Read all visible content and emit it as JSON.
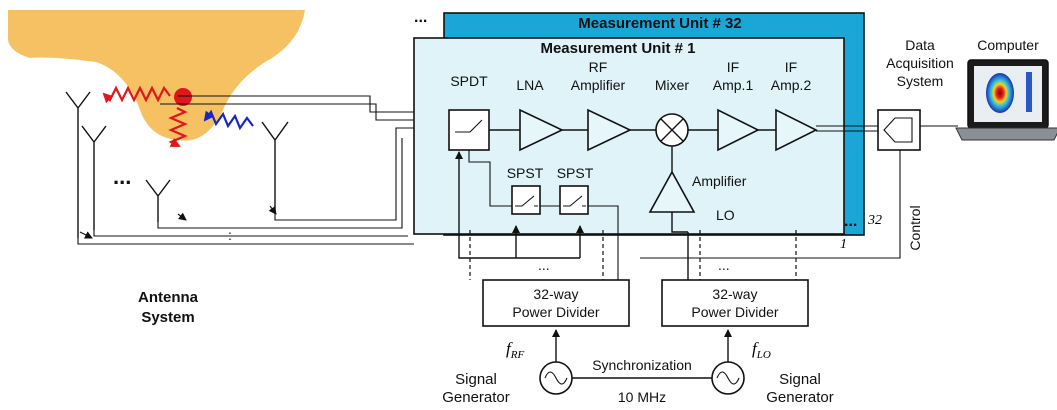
{
  "antenna_system": {
    "label_line1": "Antenna",
    "label_line2": "System",
    "ellipsis": "...",
    "bus_dots": ":"
  },
  "measurement_units": {
    "back_title": "Measurement Unit # 32",
    "front_title": "Measurement Unit # 1",
    "back_index": "32",
    "front_index": "1",
    "stack_dots": "..."
  },
  "components": {
    "spdt": "SPDT",
    "lna": "LNA",
    "rf_amp_line1": "RF",
    "rf_amp_line2": "Amplifier",
    "mixer": "Mixer",
    "if_amp1_line1": "IF",
    "if_amp1_line2": "Amp.1",
    "if_amp2_line1": "IF",
    "if_amp2_line2": "Amp.2",
    "spst_1": "SPST",
    "spst_2": "SPST",
    "lo_amplifier": "Amplifier",
    "lo": "LO"
  },
  "daq": {
    "line1": "Data",
    "line2": "Acquisition",
    "line3": "System"
  },
  "computer": {
    "label": "Computer"
  },
  "control": {
    "label": "Control"
  },
  "power_dividers": [
    {
      "line1": "32-way",
      "line2": "Power Divider",
      "dots": "..."
    },
    {
      "line1": "32-way",
      "line2": "Power Divider",
      "dots": "..."
    }
  ],
  "signal_generators": [
    {
      "freq_symbol": "f",
      "freq_subscript": "RF",
      "line1": "Signal",
      "line2": "Generator"
    },
    {
      "freq_symbol": "f",
      "freq_subscript": "LO",
      "line1": "Signal",
      "line2": "Generator"
    }
  ],
  "synchronization": {
    "label": "Synchronization",
    "freq": "10 MHz"
  },
  "colors": {
    "tissue": "#f5c163",
    "unit_back": "#1aa7d8",
    "unit_front": "#dff3f8",
    "tumor": "#e0161b",
    "incident_wave": "#1726c9",
    "scattered_wave": "#e0161b"
  }
}
